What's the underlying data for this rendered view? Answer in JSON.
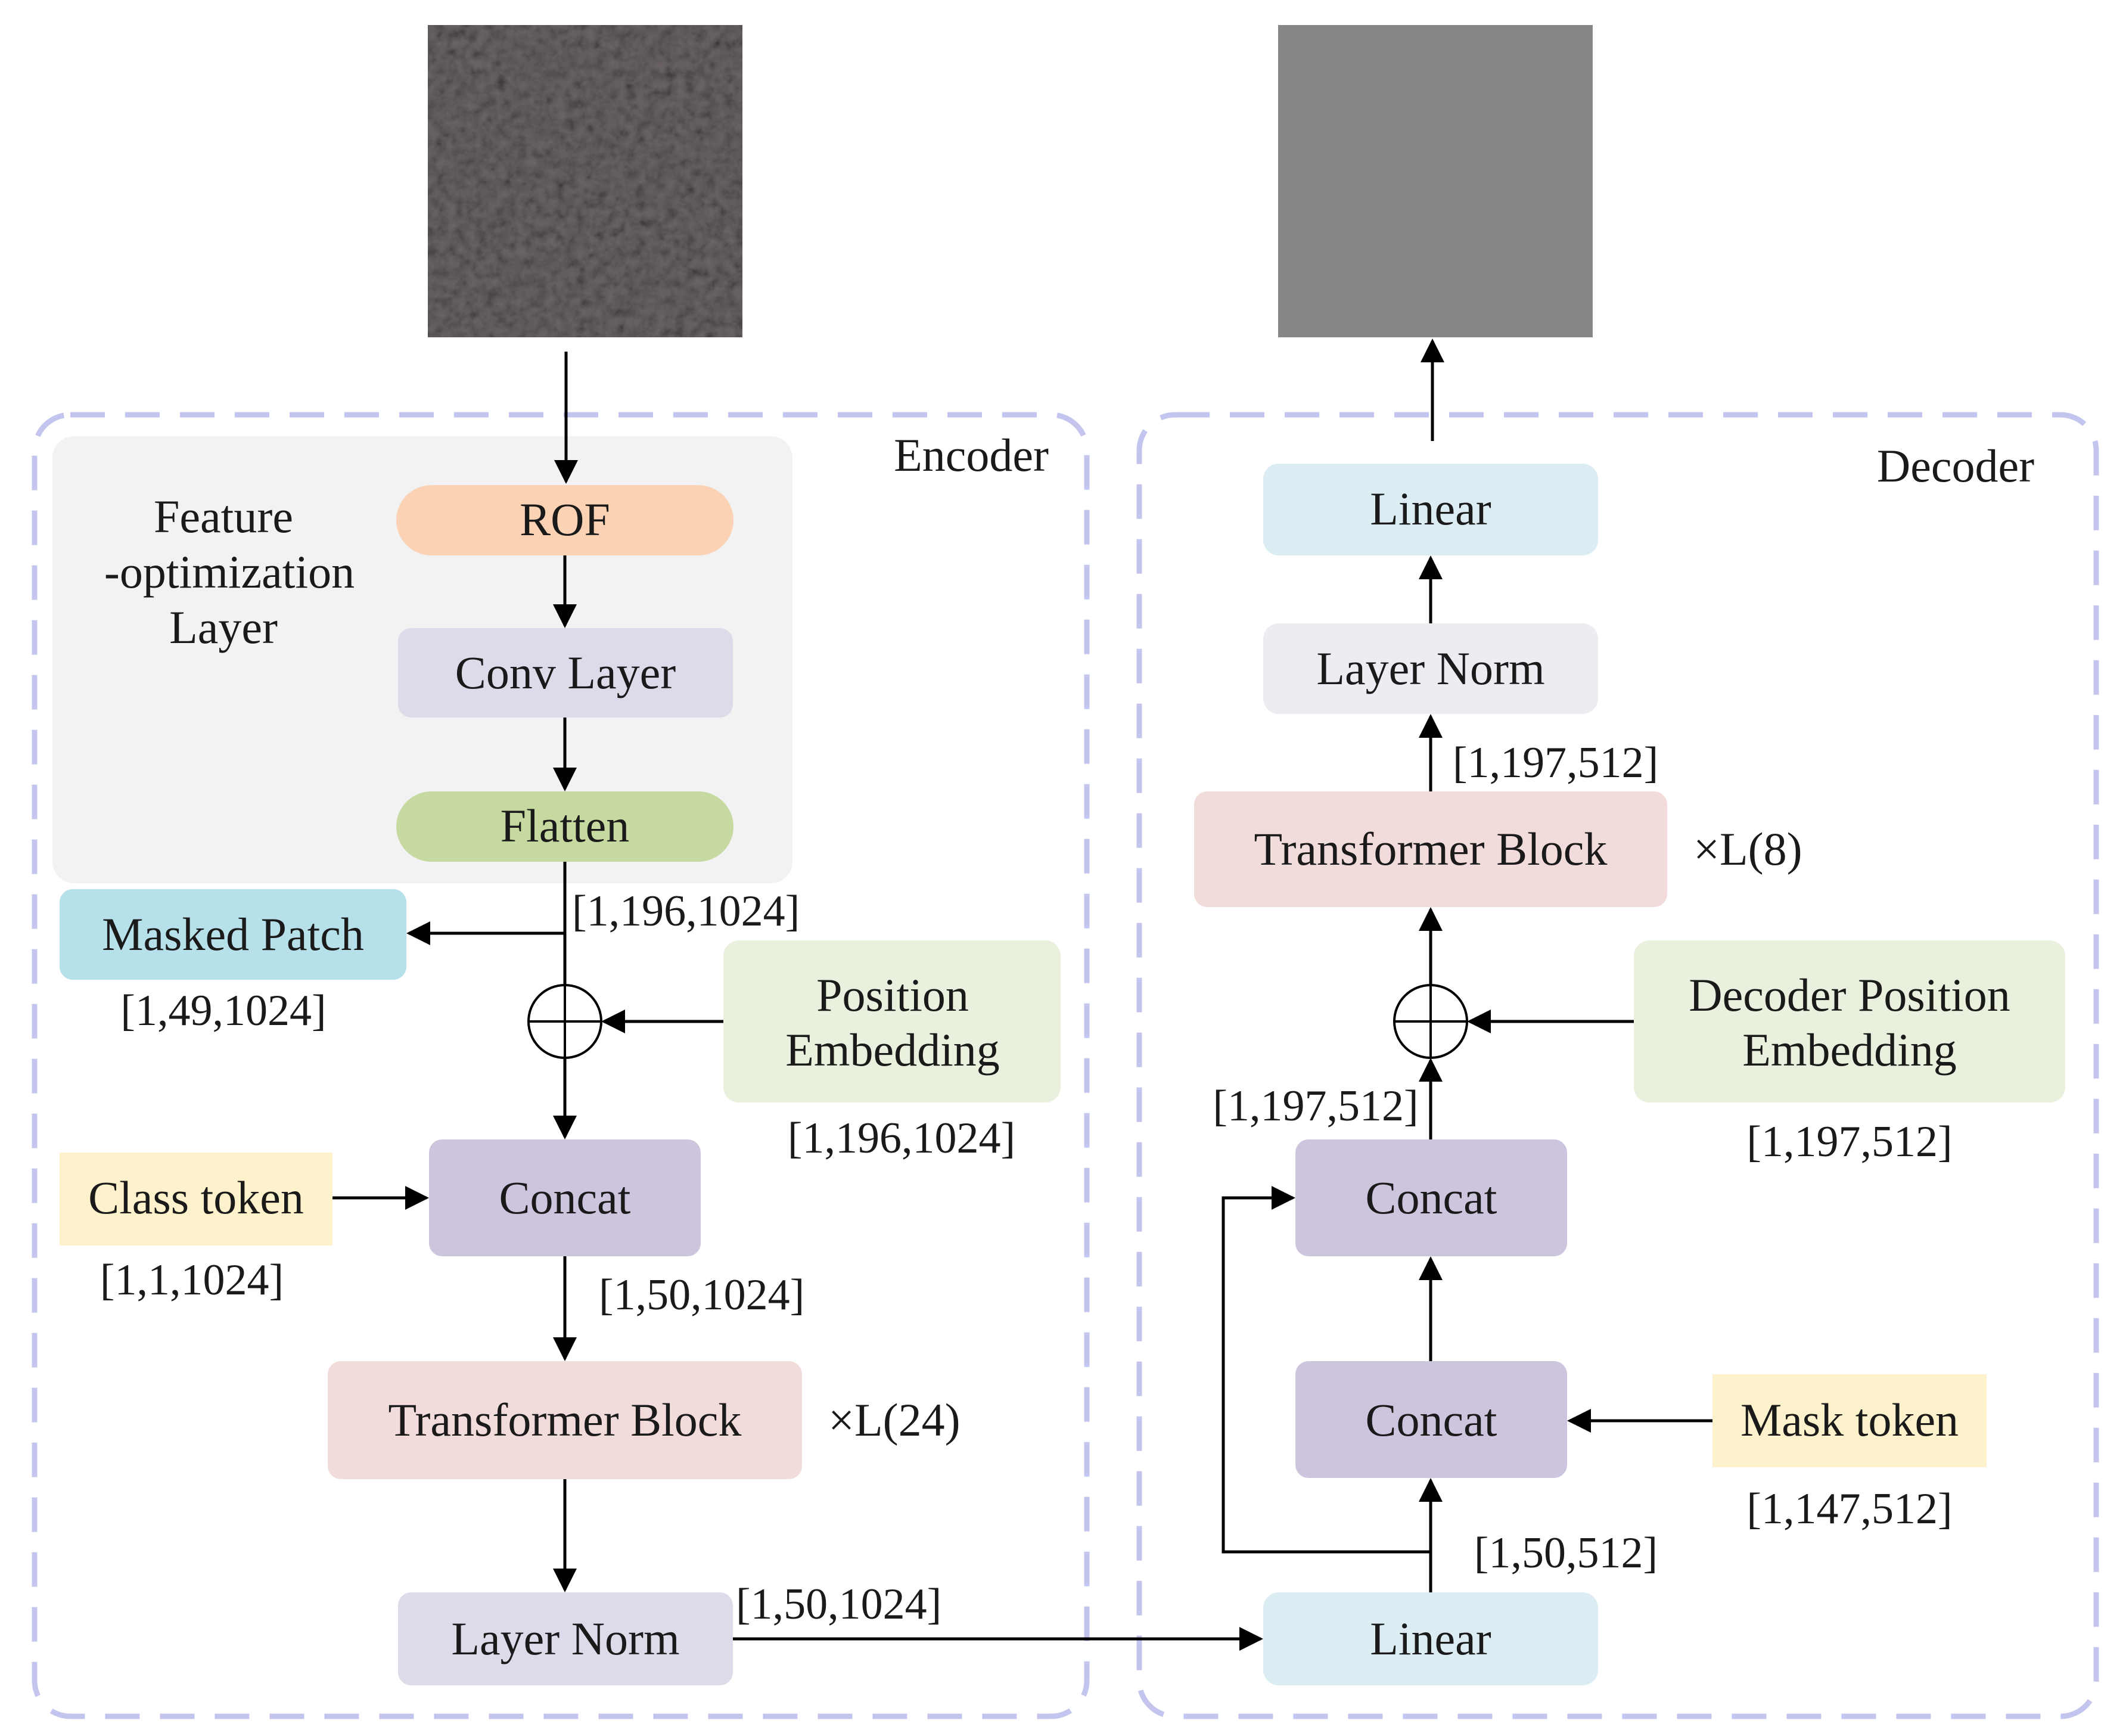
{
  "encoder": {
    "title": "Encoder",
    "feature_group_label": [
      "Feature",
      "-optimization",
      "Layer"
    ],
    "rof": "ROF",
    "conv_layer": "Conv Layer",
    "flatten": "Flatten",
    "flatten_out_dim": "[1,196,1024]",
    "masked_patch": "Masked Patch",
    "masked_patch_dim": "[1,49,1024]",
    "position_embedding": [
      "Position",
      "Embedding"
    ],
    "position_embedding_dim": "[1,196,1024]",
    "class_token": "Class token",
    "class_token_dim": "[1,1,1024]",
    "concat": "Concat",
    "concat_out_dim": "[1,50,1024]",
    "transformer_block": "Transformer Block",
    "repeat": "×L(24)",
    "layer_norm": "Layer Norm",
    "output_dim": "[1,50,1024]"
  },
  "decoder": {
    "title": "Decoder",
    "linear_in": "Linear",
    "linear_in_out_dim": "[1,50,512]",
    "mask_token": "Mask token",
    "mask_token_dim": "[1,147,512]",
    "concat_1": "Concat",
    "concat_2": "Concat",
    "concat_2_out_dim": "[1,197,512]",
    "decoder_position_embedding": [
      "Decoder Position",
      "Embedding"
    ],
    "decoder_position_embedding_dim": "[1,197,512]",
    "transformer_block": "Transformer Block",
    "repeat": "×L(8)",
    "transformer_out_dim": "[1,197,512]",
    "layer_norm": "Layer Norm",
    "linear_out": "Linear"
  },
  "colors": {
    "dash_border": "#c3c5ee",
    "feature_group_bg": "#f2f2f2",
    "rof": "#fbd3b4",
    "lavender": "#dedaea",
    "flatten": "#c6d9a0",
    "masked_patch": "#b7e1ea",
    "embedding": "#e9f0dd",
    "class_token": "#fdf2cb",
    "concat": "#cdc4dd",
    "transformer": "#f2dbdb",
    "linear": "#dbedf2",
    "layer_norm_decoder": "#eeebf3"
  }
}
